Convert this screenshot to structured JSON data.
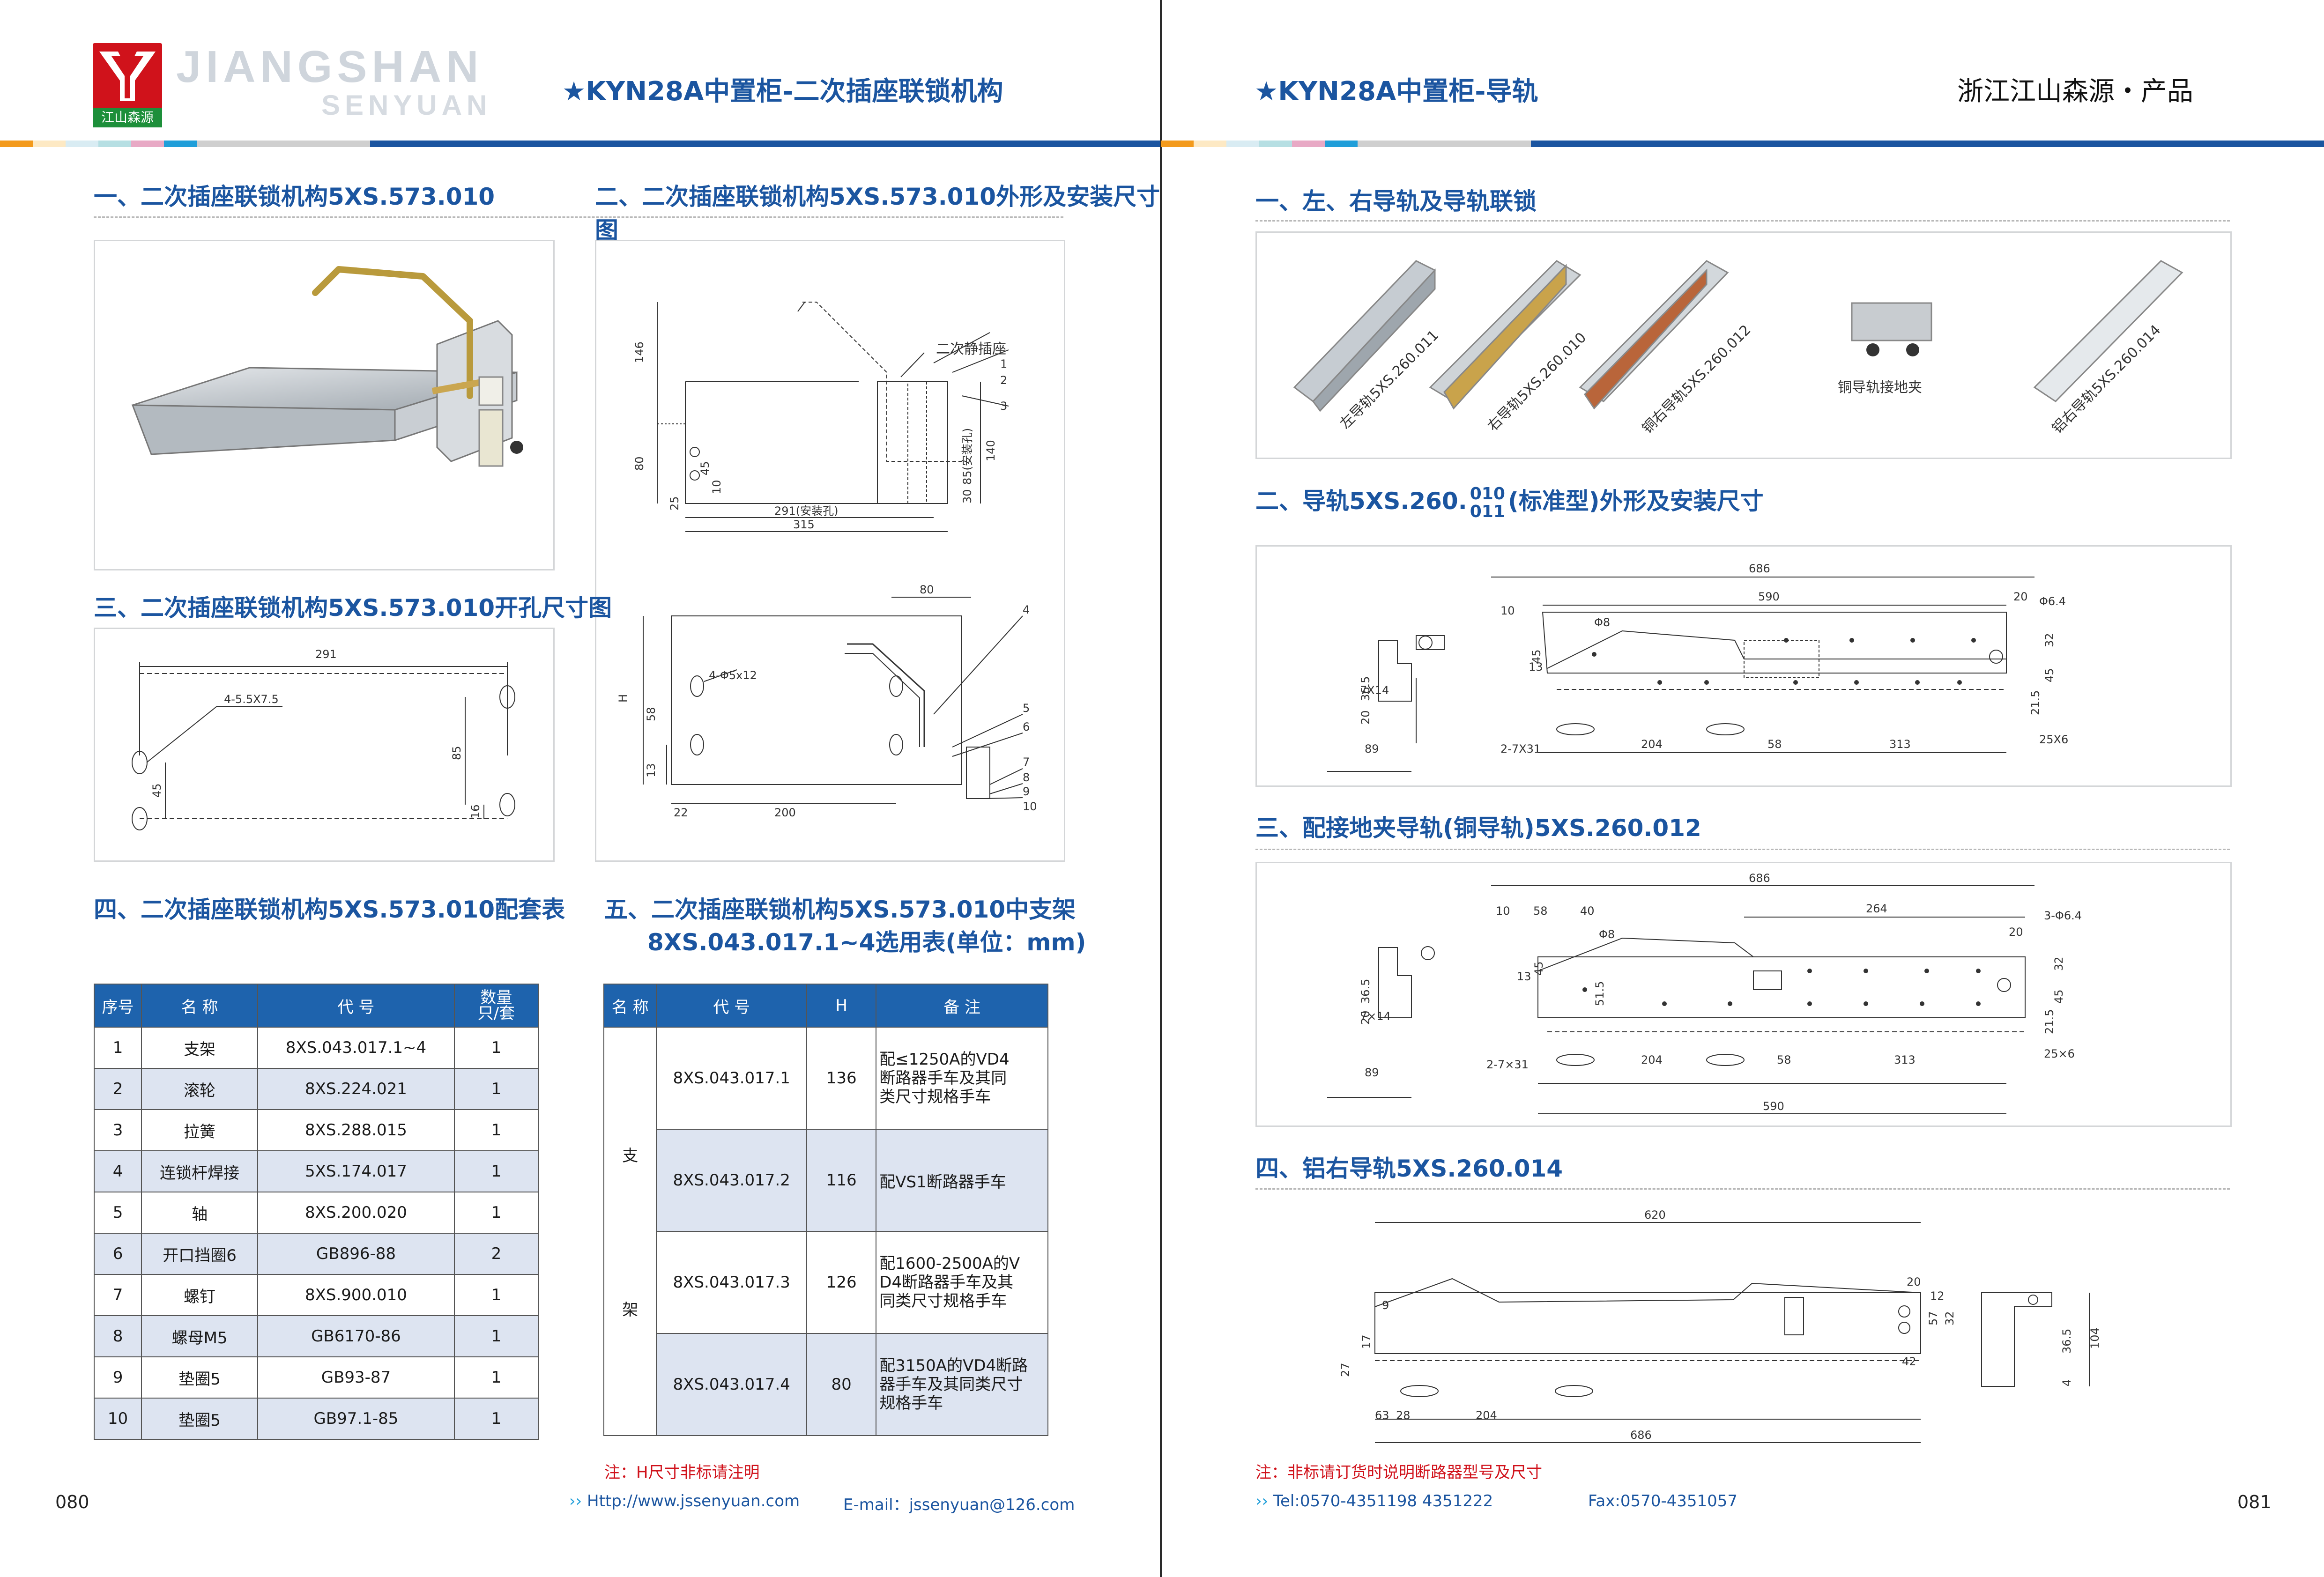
{
  "left": {
    "page_title": "★KYN28A中置柜-二次插座联锁机构",
    "logo": {
      "cn": "江山森源",
      "en1": "JIANGSHAN",
      "en2": "SENYUAN"
    },
    "sec1": "一、二次插座联锁机构5XS.573.010",
    "sec2": "二、二次插座联锁机构5XS.573.010外形及安装尺寸图",
    "sec3": "三、二次插座联锁机构5XS.573.010开孔尺寸图",
    "sec4": "四、二次插座联锁机构5XS.573.010配套表",
    "sec5_line1": "五、二次插座联锁机构5XS.573.010中支架",
    "sec5_line2": "8XS.043.017.1~4选用表(单位：mm)",
    "drawing2": {
      "socket_label": "二次静插座",
      "dims": [
        "146",
        "80",
        "45",
        "10",
        "25",
        "291(安装孔)",
        "315",
        "140",
        "85(安装孔)",
        "30",
        "80",
        "H",
        "58",
        "13",
        "22",
        "200",
        "4-Φ5x12"
      ],
      "callouts": [
        "1",
        "2",
        "3",
        "4",
        "5",
        "6",
        "7",
        "8",
        "9",
        "10"
      ]
    },
    "drawing3": {
      "dims": [
        "291",
        "4-5.5X7.5",
        "45",
        "85",
        "16"
      ]
    },
    "table4": {
      "headers": [
        "序号",
        "名 称",
        "代 号",
        "数量\n只/套"
      ],
      "rows": [
        [
          "1",
          "支架",
          "8XS.043.017.1~4",
          "1"
        ],
        [
          "2",
          "滚轮",
          "8XS.224.021",
          "1"
        ],
        [
          "3",
          "拉簧",
          "8XS.288.015",
          "1"
        ],
        [
          "4",
          "连锁杆焊接",
          "5XS.174.017",
          "1"
        ],
        [
          "5",
          "轴",
          "8XS.200.020",
          "1"
        ],
        [
          "6",
          "开口挡圈6",
          "GB896-88",
          "2"
        ],
        [
          "7",
          "螺钉",
          "8XS.900.010",
          "1"
        ],
        [
          "8",
          "螺母M5",
          "GB6170-86",
          "1"
        ],
        [
          "9",
          "垫圈5",
          "GB93-87",
          "1"
        ],
        [
          "10",
          "垫圈5",
          "GB97.1-85",
          "1"
        ]
      ]
    },
    "table5": {
      "headers": [
        "名 称",
        "代 号",
        "H",
        "备 注"
      ],
      "name_top": "支",
      "name_bottom": "架",
      "rows": [
        [
          "8XS.043.017.1",
          "136",
          "配≤1250A的VD4\n断路器手车及其同\n类尺寸规格手车"
        ],
        [
          "8XS.043.017.2",
          "116",
          "配VS1断路器手车"
        ],
        [
          "8XS.043.017.3",
          "126",
          "配1600-2500A的V\nD4断路器手车及其\n同类尺寸规格手车"
        ],
        [
          "8XS.043.017.4",
          "80",
          "配3150A的VD4断路\n器手车及其同类尺寸\n规格手车"
        ]
      ]
    },
    "note": "注：H尺寸非标请注明",
    "url": "Http://www.jssenyuan.com",
    "email": "E-mail：jssenyuan@126.com",
    "page_number": "080"
  },
  "right": {
    "page_title": "★KYN28A中置柜-导轨",
    "brand": "浙江江山森源・产品",
    "sec1": "一、左、右导轨及导轨联锁",
    "sec2_prefix": "二、导轨5XS.260.",
    "sec2_sup": "010",
    "sec2_sub": "011",
    "sec2_suffix": "(标准型)外形及安装尺寸",
    "sec3": "三、配接地夹导轨(铜导轨)5XS.260.012",
    "sec4": "四、铝右导轨5XS.260.014",
    "photos": [
      "左导轨5XS.260.011",
      "右导轨5XS.260.010",
      "铜右导轨5XS.260.012",
      "铜导轨接地夹",
      "铝右导轨5XS.260.014"
    ],
    "drawing2_dims": [
      "686",
      "590",
      "10",
      "20",
      "Φ8",
      "Φ6.4",
      "45",
      "32",
      "45",
      "13",
      "36.5",
      "20",
      "7X14",
      "21.5",
      "89",
      "2-7X31",
      "204",
      "58",
      "313",
      "25X6"
    ],
    "drawing3_dims": [
      "686",
      "10",
      "58",
      "40",
      "264",
      "Φ8",
      "3-Φ6.4",
      "20",
      "13",
      "45",
      "51.5",
      "36.5",
      "20",
      "32",
      "45",
      "7×14",
      "21.5",
      "89",
      "2-7×31",
      "204",
      "58",
      "313",
      "25×6",
      "590"
    ],
    "drawing4_dims": [
      "620",
      "20",
      "9",
      "12",
      "57",
      "32",
      "17",
      "27",
      "42",
      "63",
      "28",
      "204",
      "686",
      "36.5",
      "104",
      "4"
    ],
    "note": "注：非标请订货时说明断路器型号及尺寸",
    "tel": "Tel:0570-4351198  4351222",
    "fax": "Fax:0570-4351057",
    "page_number": "081"
  },
  "colors": {
    "title_blue": "#1b55a0",
    "header_blue": "#1e63ad",
    "alt_row": "#dde4f1",
    "note_red": "#d0121b",
    "logo_red": "#d0121b",
    "logo_green": "#1d8f3a"
  }
}
